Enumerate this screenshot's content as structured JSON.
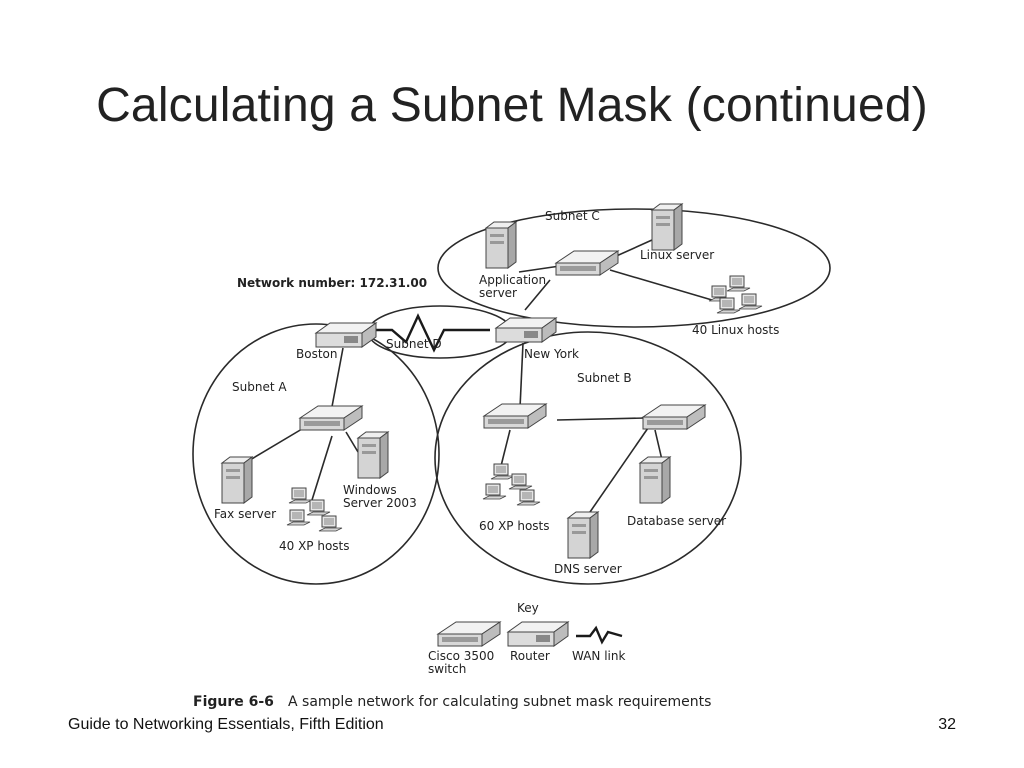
{
  "slide": {
    "title": "Calculating a Subnet Mask (continued)",
    "footer_left": "Guide to Networking Essentials, Fifth Edition",
    "page_number": "32"
  },
  "diagram": {
    "network_number": "Network number: 172.31.00",
    "subnets": {
      "a": "Subnet A",
      "b": "Subnet B",
      "c": "Subnet C",
      "d": "Subnet D"
    },
    "routers": {
      "boston": "Boston",
      "new_york": "New York"
    },
    "nodes": {
      "application_server_line1": "Application",
      "application_server_line2": "server",
      "linux_server": "Linux server",
      "linux_hosts": "40 Linux hosts",
      "fax_server": "Fax server",
      "windows_server_line1": "Windows",
      "windows_server_line2": "Server 2003",
      "xp_hosts_40": "40 XP hosts",
      "xp_hosts_60": "60 XP hosts",
      "database_server": "Database server",
      "dns_server": "DNS server"
    },
    "key": {
      "title": "Key",
      "switch_line1": "Cisco 3500",
      "switch_line2": "switch",
      "router": "Router",
      "wan": "WAN link"
    },
    "caption": {
      "figure": "Figure 6-6",
      "text": "A sample network for calculating subnet mask requirements"
    }
  }
}
